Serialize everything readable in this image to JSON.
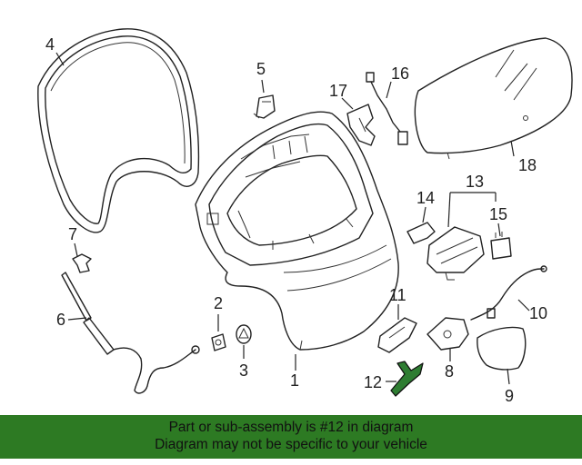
{
  "diagram": {
    "callouts": {
      "p1": "1",
      "p2": "2",
      "p3": "3",
      "p4": "4",
      "p5": "5",
      "p6": "6",
      "p7": "7",
      "p8": "8",
      "p9": "9",
      "p10": "10",
      "p11": "11",
      "p12": "12",
      "p13": "13",
      "p14": "14",
      "p15": "15",
      "p16": "16",
      "p17": "17",
      "p18": "18"
    },
    "highlight_part": "12",
    "highlight_color": "#2e7d32"
  },
  "banner": {
    "line1": "Part or sub-assembly is #12 in diagram",
    "line2": "Diagram may not be specific to your vehicle",
    "background": "#2d7a23"
  }
}
